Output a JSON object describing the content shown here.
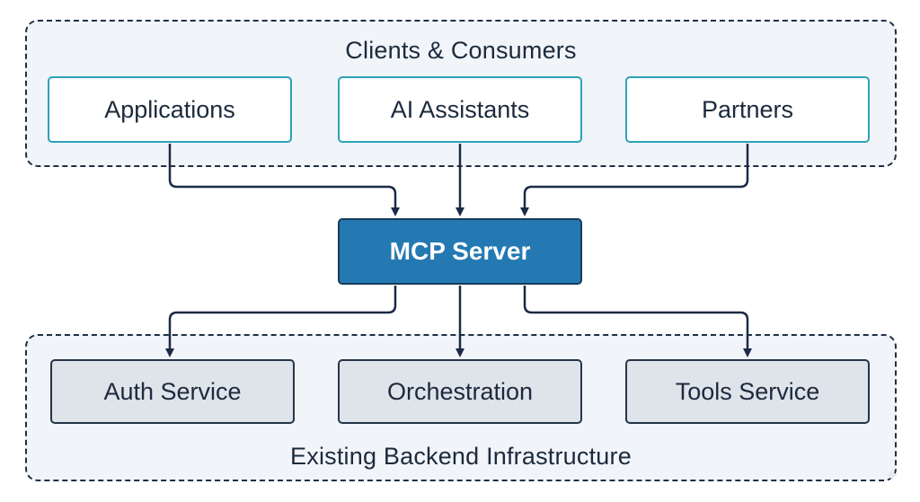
{
  "diagram": {
    "clients_group": {
      "label": "Clients & Consumers",
      "nodes": [
        {
          "id": "applications",
          "label": "Applications"
        },
        {
          "id": "ai-assistants",
          "label": "AI Assistants"
        },
        {
          "id": "partners",
          "label": "Partners"
        }
      ]
    },
    "server": {
      "label": "MCP Server"
    },
    "backend_group": {
      "label": "Existing Backend Infrastructure",
      "nodes": [
        {
          "id": "auth-service",
          "label": "Auth Service"
        },
        {
          "id": "orchestration",
          "label": "Orchestration"
        },
        {
          "id": "tools-service",
          "label": "Tools Service"
        }
      ]
    },
    "edges": [
      {
        "from": "applications",
        "to": "mcp-server"
      },
      {
        "from": "ai-assistants",
        "to": "mcp-server"
      },
      {
        "from": "partners",
        "to": "mcp-server"
      },
      {
        "from": "mcp-server",
        "to": "auth-service"
      },
      {
        "from": "mcp-server",
        "to": "orchestration"
      },
      {
        "from": "mcp-server",
        "to": "tools-service"
      }
    ]
  },
  "colors": {
    "client_border": "#2aa3b8",
    "server_fill": "#2479b2",
    "backend_fill": "#dfe3ea",
    "connector": "#1b2a45"
  }
}
